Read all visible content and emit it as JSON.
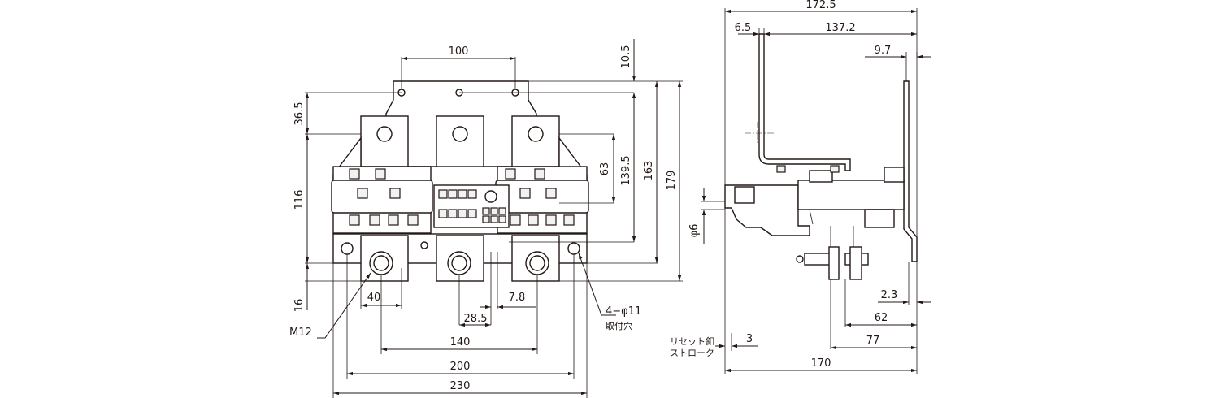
{
  "front_view": {
    "dims": {
      "d100": "100",
      "d10_5": "10.5",
      "d36_5": "36.5",
      "d116": "116",
      "d16": "16",
      "d63": "63",
      "d139_5": "139.5",
      "d163": "163",
      "d179": "179",
      "d40": "40",
      "d28_5": "28.5",
      "d7_8": "7.8",
      "d140": "140",
      "d200": "200",
      "d230": "230"
    },
    "labels": {
      "m12": "M12",
      "hole_spec": "4−φ11",
      "hole_name": "取付穴"
    }
  },
  "side_view": {
    "dims": {
      "d172_5": "172.5",
      "d6_5": "6.5",
      "d137_2": "137.2",
      "d9_7": "9.7",
      "phi6": "φ6",
      "d2_3": "2.3",
      "d62": "62",
      "d77": "77",
      "d3": "3",
      "d170": "170"
    },
    "labels": {
      "reset_line1": "リセット釦",
      "reset_line2": "ストローク"
    }
  }
}
